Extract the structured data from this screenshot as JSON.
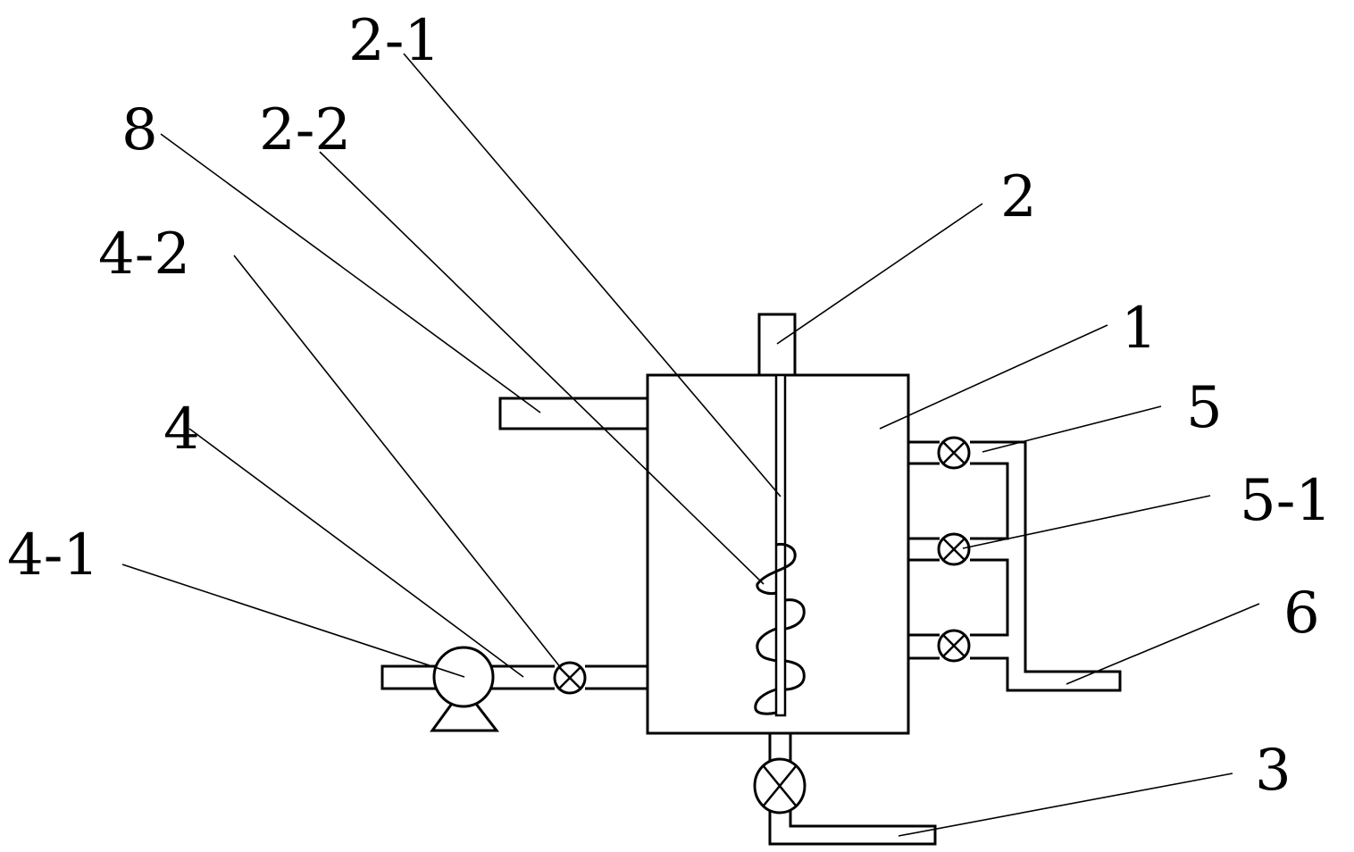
{
  "labels": {
    "tank": "1",
    "stirrer": "2",
    "stirrer_shaft": "2-1",
    "helical_blade": "2-2",
    "bottom_outlet": "3",
    "inlet_pipe": "4",
    "pump": "4-1",
    "inlet_valve": "4-2",
    "side_manifold": "5",
    "side_valve": "5-1",
    "side_outlet": "6",
    "top_pipe": "8"
  }
}
